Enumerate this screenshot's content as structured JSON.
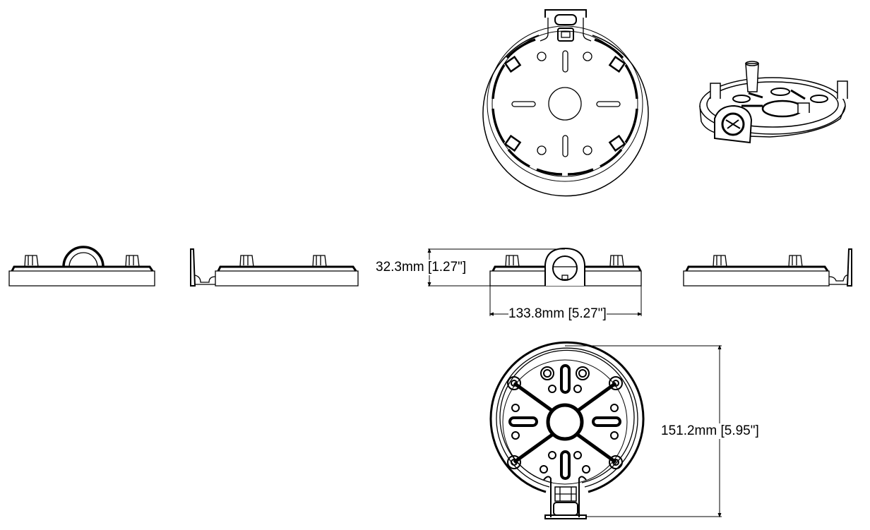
{
  "drawing": {
    "title": "Mounting base dimension drawing",
    "views": [
      "top-view",
      "isometric-view",
      "side-view-left",
      "side-view-back",
      "front-view-dimensioned",
      "side-view-right",
      "bottom-view-dimensioned"
    ],
    "line_color": "#000000",
    "background": "#ffffff"
  },
  "dimensions": {
    "height": "32.3mm [1.27\"]",
    "width": "133.8mm [5.27\"]",
    "diameter": "151.2mm [5.95\"]"
  }
}
